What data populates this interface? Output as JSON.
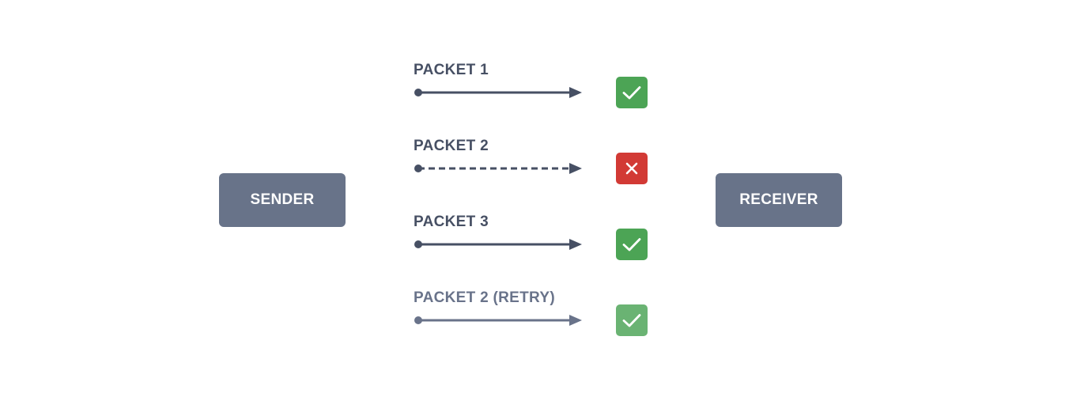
{
  "colors": {
    "node_bg": "#687389",
    "line_dark": "#475064",
    "line_light": "#69738a",
    "text_dark": "#475064",
    "text_light": "#69738a",
    "success": "#4ca455",
    "success_light": "#6ab373",
    "failure": "#d23a35"
  },
  "sender": {
    "label": "SENDER"
  },
  "receiver": {
    "label": "RECEIVER"
  },
  "packets": [
    {
      "label": "PACKET 1",
      "line": "solid",
      "status": "delivered",
      "status_icon": "check-icon",
      "tone": "dark"
    },
    {
      "label": "PACKET 2",
      "line": "dashed",
      "status": "lost",
      "status_icon": "x-icon",
      "tone": "dark"
    },
    {
      "label": "PACKET 3",
      "line": "solid",
      "status": "delivered",
      "status_icon": "check-icon",
      "tone": "dark"
    },
    {
      "label": "PACKET 2 (RETRY)",
      "line": "solid",
      "status": "delivered",
      "status_icon": "check-icon",
      "tone": "light"
    }
  ]
}
